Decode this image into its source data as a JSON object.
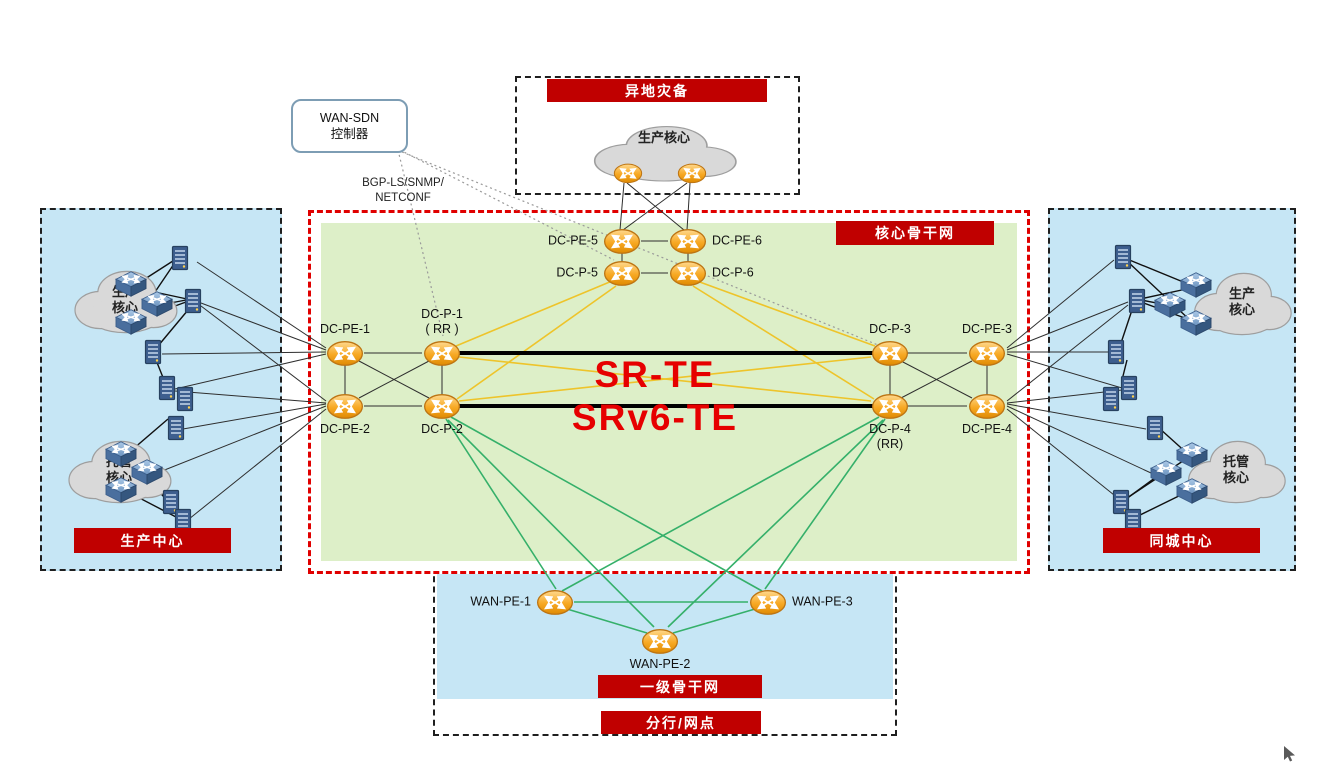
{
  "colors": {
    "banner": "#c00000",
    "core_border": "#e00000",
    "core_bg": "#ddefc8",
    "panel_bg": "#c6e6f5",
    "sr_text": "#e60000",
    "link_green": "#35b06a",
    "link_yellow": "#eec42a"
  },
  "controller": {
    "line1": "WAN-SDN",
    "line2": "控制器",
    "proto_line1": "BGP-LS/SNMP/",
    "proto_line2": "NETCONF"
  },
  "disaster_recovery": {
    "banner": "异地灾备",
    "cloud": "生产核心"
  },
  "core": {
    "banner": "核心骨干网",
    "sr_te": "SR-TE",
    "srv6_te": "SRv6-TE",
    "routers": {
      "dc_pe_5": "DC-PE-5",
      "dc_pe_6": "DC-PE-6",
      "dc_p_5": "DC-P-5",
      "dc_p_6": "DC-P-6",
      "dc_pe_1": "DC-PE-1",
      "dc_p_1": "DC-P-1",
      "dc_p_1_sub": "( RR )",
      "dc_pe_2": "DC-PE-2",
      "dc_p_2": "DC-P-2",
      "dc_p_3": "DC-P-3",
      "dc_pe_3": "DC-PE-3",
      "dc_p_4": "DC-P-4",
      "dc_p_4_sub": "(RR)",
      "dc_pe_4": "DC-PE-4"
    }
  },
  "left_panel": {
    "banner": "生产中心",
    "cloud_top": "生产核心",
    "cloud_bottom": "托管核心"
  },
  "right_panel": {
    "banner": "同城中心",
    "cloud_top": "生产核心",
    "cloud_bottom": "托管核心"
  },
  "wan": {
    "banner": "一级骨干网",
    "branch_banner": "分行/网点",
    "routers": {
      "wan_pe_1": "WAN-PE-1",
      "wan_pe_2": "WAN-PE-2",
      "wan_pe_3": "WAN-PE-3"
    }
  }
}
